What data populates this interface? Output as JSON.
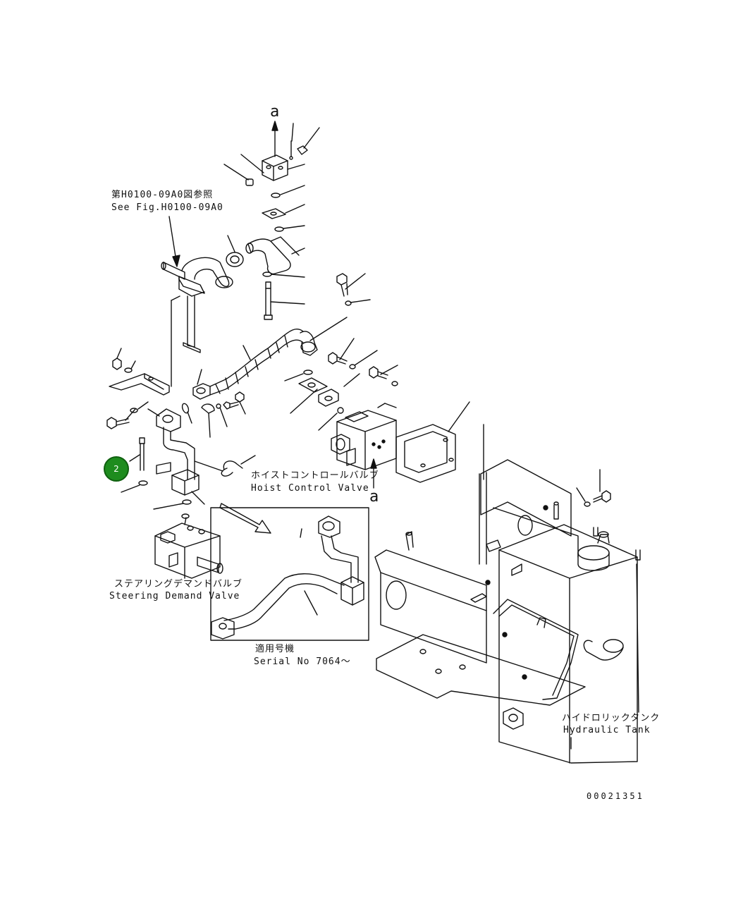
{
  "labels": {
    "ref_jp": "第H0100-09A0図参照",
    "ref_en": "See Fig.H0100-09A0",
    "hoist_jp": "ホイストコントロールバルブ",
    "hoist_en": "Hoist Control Valve",
    "steering_jp": "ステアリングデマンドバルブ",
    "steering_en": "Steering Demand Valve",
    "serial_jp": "適用号機",
    "serial_en": "Serial No 7064～",
    "tank_jp": "ハイドロリックタンク",
    "tank_en": "Hydraulic Tank",
    "arrow_top": "a",
    "arrow_bottom": "a",
    "drawing_number": "00021351"
  },
  "callout": {
    "number": "2",
    "color": "#1e8c1e"
  }
}
